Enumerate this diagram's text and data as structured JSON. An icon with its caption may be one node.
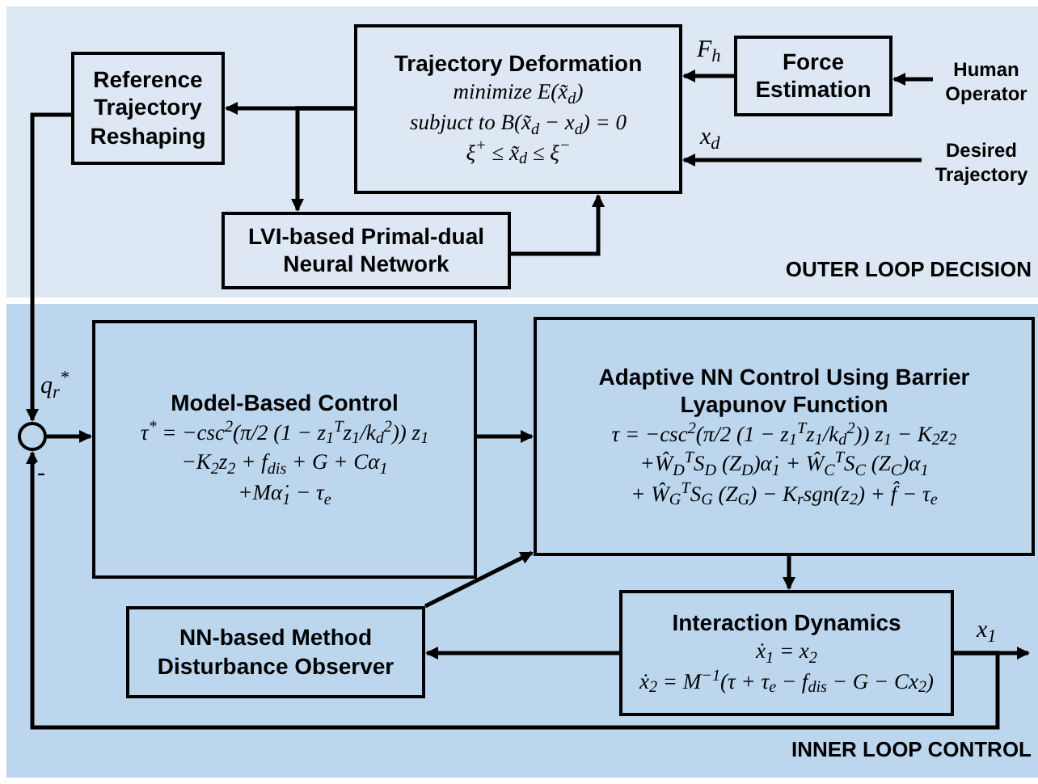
{
  "diagram": {
    "nodes": [
      {
        "text": [
          "OUTER LOOP DECISION"
        ]
      },
      {
        "text": [
          "Reference Trajectory Reshaping"
        ],
        "in": 0
      },
      {
        "text": [
          "Trajectory Deformation",
          "minimize E(x̃$_{d}$)",
          "subjuct to B(x̃$_{d}$ − x$_{d}$) = 0",
          "ξ$^{+}$ ≤ x̃$_{d}$ ≤ ξ$^{−}$"
        ],
        "in": 0
      },
      {
        "text": [
          "Force Estimation"
        ],
        "in": 0
      },
      {
        "text": [
          "Human Operator"
        ],
        "in": 0
      },
      {
        "text": [
          "Desired Trajectory"
        ],
        "in": 0
      },
      {
        "text": [
          "LVI-based Primal-dual Neural Network"
        ],
        "in": 0
      },
      {
        "text": [
          "INNER LOOP CONTROL"
        ]
      },
      {
        "text": [],
        "shape": "circle",
        "in": 7
      },
      {
        "text": [
          "Model-Based Control",
          "τ$^{*}$ = −csc$^{2}$(π/2 (1 − z$_{1}$$^{T}$z$_{1}$/k$_{d}$$^{2}$)) z$_{1}$",
          "−K$_{2}$z$_{2}$ + f$_{dis}$ + G + Cα$_{1}$",
          "+Mα̇$_{1}$ − τ$_{e}$"
        ],
        "in": 7
      },
      {
        "text": [
          "Adaptive NN Control Using Barrier Lyapunov Function",
          "τ = −csc$^{2}$(π/2 (1 − z$_{1}$$^{T}$z$_{1}$/k$_{d}$$^{2}$)) z$_{1}$ − K$_{2}$z$_{2}$",
          "+Ŵ$_{D}$$^{T}$S$_{D}$ (Z$_{D}$)α̇$_{1}$ + Ŵ$_{C}$$^{T}$S$_{C}$ (Z$_{C}$)α$_{1}$",
          "+ Ŵ$_{G}$$^{T}$S$_{G}$ (Z$_{G}$) − K$_{r}$sgn(z$_{2}$) + f̂ − τ$_{e}$"
        ],
        "in": 7
      },
      {
        "text": [
          "NN-based Method Disturbance Observer"
        ],
        "in": 7
      },
      {
        "text": [
          "Interaction Dynamics",
          "ẋ$_{1}$ = x$_{2}$",
          "ẋ$_{2}$ = M$^{−1}$(τ + τ$_{e}$ − f$_{dis}$ − G − Cx$_{2}$)"
        ],
        "in": 7
      }
    ],
    "edges": [
      {
        "from": 3,
        "to": 2,
        "arrow": "to",
        "label": "F$_{h}$"
      },
      {
        "from": 4,
        "to": 3,
        "arrow": "to"
      },
      {
        "from": 5,
        "to": 2,
        "arrow": "to",
        "label": "x$_{d}$"
      },
      {
        "from": 2,
        "to": 1,
        "arrow": "to"
      },
      {
        "from": 2,
        "to": 6,
        "arrow": "to"
      },
      {
        "from": 6,
        "to": 2,
        "arrow": "to"
      },
      {
        "from": 1,
        "to": 8,
        "arrow": "to",
        "label": "q$_{r}$$^{*}$"
      },
      {
        "from": 8,
        "to": 9,
        "arrow": "to"
      },
      {
        "from": 9,
        "to": 10,
        "arrow": "to"
      },
      {
        "from": 10,
        "to": 12,
        "arrow": "to"
      },
      {
        "from": 12,
        "to": 11,
        "arrow": "to"
      },
      {
        "from": 11,
        "to": 10,
        "arrow": "to"
      },
      {
        "from": 12,
        "to": null,
        "arrow": "to",
        "label": "x$_{1}$"
      },
      {
        "from": 12,
        "to": 8,
        "arrow": "to",
        "label": "-"
      }
    ]
  }
}
